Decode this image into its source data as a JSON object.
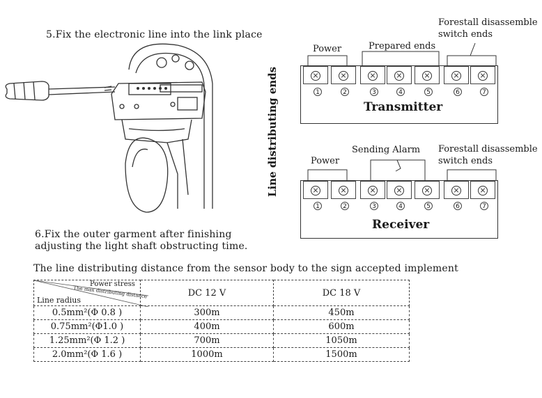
{
  "step5": "5.Fix the electronic line into the link place",
  "step6_line1": "6.Fix the outer garment after finishing",
  "step6_line2": "adjusting the light shaft obstructing time.",
  "side_label": "Line distributing ends",
  "transmitter": {
    "title": "Transmitter",
    "power": "Power",
    "prepared": "Prepared ends",
    "forestall_1": "Forestall disassemble",
    "forestall_2": "switch ends",
    "numbers": [
      "1",
      "2",
      "3",
      "4",
      "5",
      "6",
      "7"
    ]
  },
  "receiver": {
    "title": "Receiver",
    "power": "Power",
    "sending": "Sending Alarm",
    "forestall_1": "Forestall disassemble",
    "forestall_2": "switch ends",
    "numbers": [
      "1",
      "2",
      "3",
      "4",
      "5",
      "6",
      "7"
    ]
  },
  "table": {
    "caption": "The line distributing distance from the sensor body to the sign accepted implement",
    "corner_top": "Power stress",
    "corner_mid": "The max distributing distance",
    "corner_bottom": "Line radius",
    "col1": "DC 12 V",
    "col2": "DC 18 V",
    "rows": [
      {
        "radius": "0.5mm²(Φ 0.8 )",
        "v12": "300m",
        "v18": "450m"
      },
      {
        "radius": "0.75mm²(Φ1.0 )",
        "v12": "400m",
        "v18": "600m"
      },
      {
        "radius": "1.25mm²(Φ 1.2 )",
        "v12": "700m",
        "v18": "1050m"
      },
      {
        "radius": "2.0mm²(Φ 1.6 )",
        "v12": "1000m",
        "v18": "1500m"
      }
    ]
  }
}
